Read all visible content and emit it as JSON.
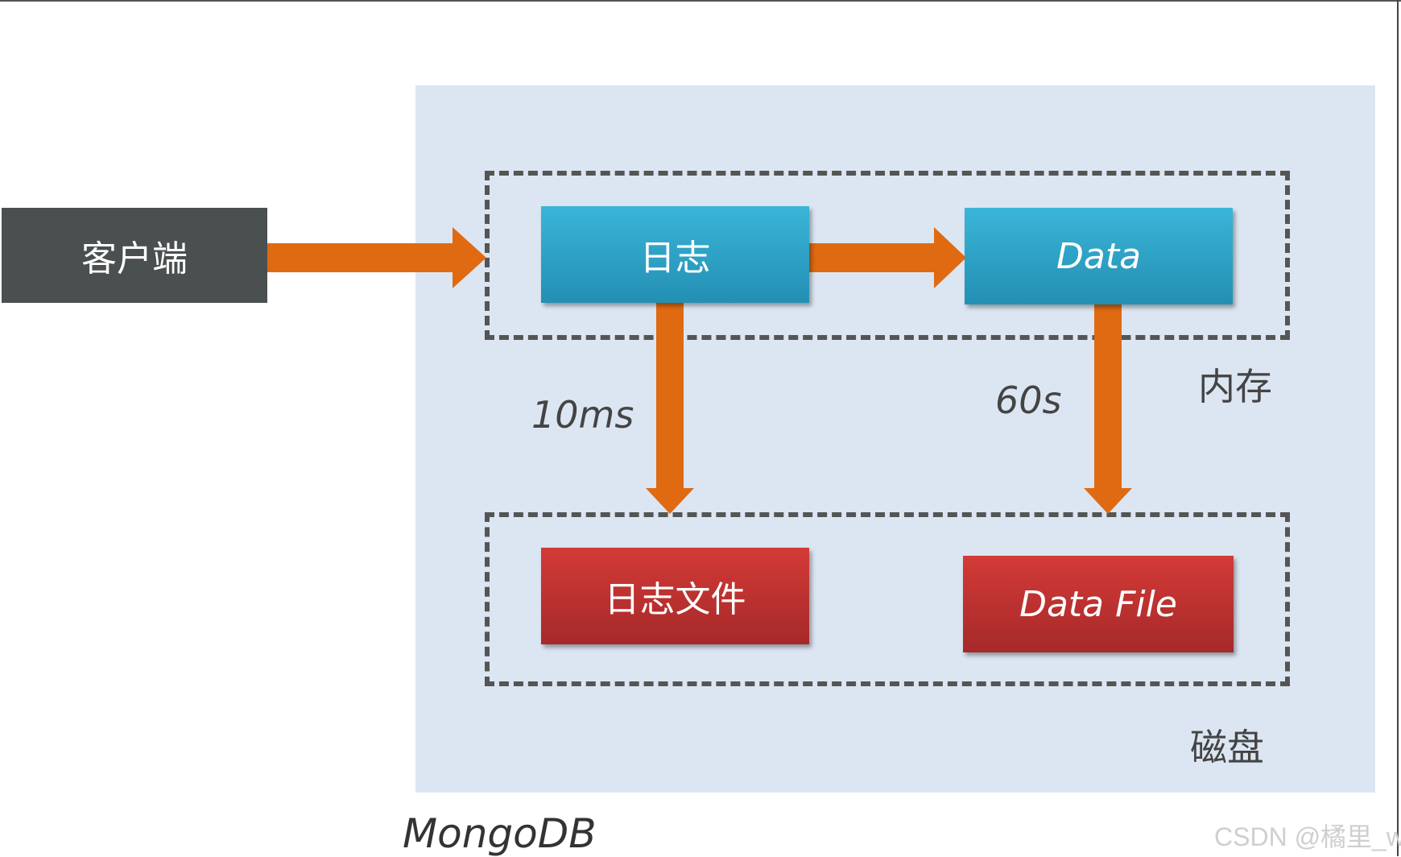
{
  "diagram": {
    "client_label": "客户端",
    "log_label": "日志",
    "data_label": "Data",
    "log_file_label": "日志文件",
    "data_file_label": "Data File",
    "memory_label": "内存",
    "disk_label": "磁盘",
    "log_interval": "10ms",
    "data_interval": "60s",
    "container_label": "MongoDB",
    "watermark": "CSDN @橘里_w"
  },
  "colors": {
    "arrow": "#e06a12",
    "container_bg": "#dce6f2",
    "client_bg": "#4a4f4f",
    "memory_box": "#2ea3c8",
    "disk_box": "#c0312f",
    "dash": "#555555"
  }
}
